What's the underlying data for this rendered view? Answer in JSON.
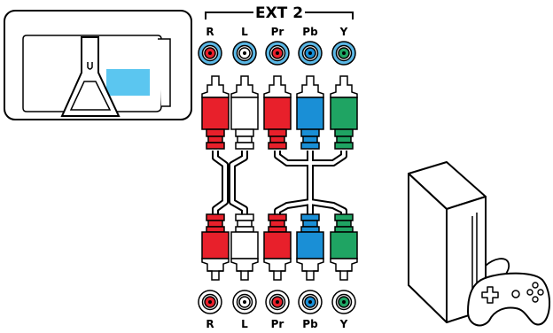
{
  "group_title": "EXT 2",
  "top_jacks": [
    {
      "label": "R",
      "color": "#e8202b"
    },
    {
      "label": "L",
      "color": "#ffffff"
    },
    {
      "label": "Pr",
      "color": "#e8202b"
    },
    {
      "label": "Pb",
      "color": "#1a8fd6"
    },
    {
      "label": "Y",
      "color": "#1fa463"
    }
  ],
  "bottom_jacks": [
    {
      "label": "R",
      "color": "#e8202b"
    },
    {
      "label": "L",
      "color": "#ffffff"
    },
    {
      "label": "Pr",
      "color": "#e8202b"
    },
    {
      "label": "Pb",
      "color": "#1a8fd6"
    },
    {
      "label": "Y",
      "color": "#1fa463"
    }
  ],
  "colors": {
    "red": "#e8202b",
    "white": "#ffffff",
    "blue": "#1a8fd6",
    "green": "#1fa463",
    "jack_ring": "#5bb8e6",
    "tv_panel": "#5bc6f0",
    "outline": "#000000"
  },
  "icons": [
    "tv-back-icon",
    "game-console-icon",
    "gamepad-icon",
    "rca-cable-icon",
    "rca-jack-icon"
  ]
}
